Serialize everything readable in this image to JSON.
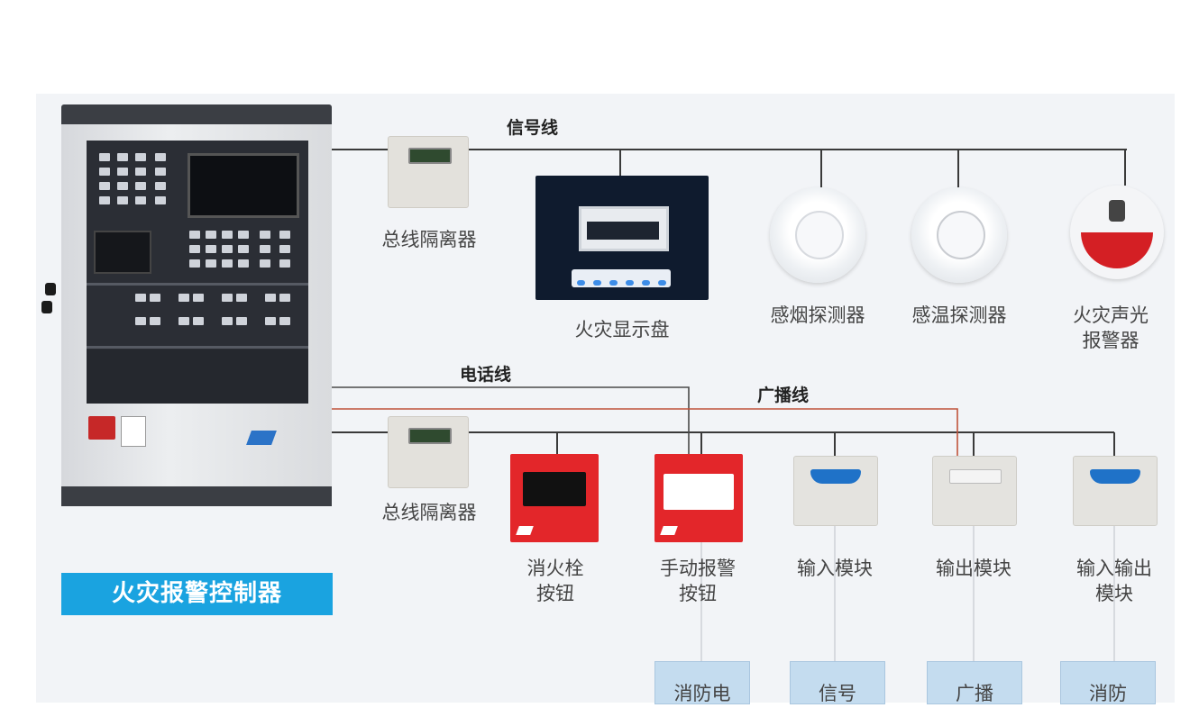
{
  "lines": {
    "signal": "信号线",
    "phone": "电话线",
    "broadcast": "广播线"
  },
  "controller": {
    "label": "火灾报警控制器"
  },
  "devices_top": [
    {
      "label": "总线隔离器"
    },
    {
      "label": "火灾显示盘"
    },
    {
      "label": "感烟探测器"
    },
    {
      "label": "感温探测器"
    },
    {
      "label_l1": "火灾声光",
      "label_l2": "报警器"
    }
  ],
  "devices_bottom": [
    {
      "label": "总线隔离器"
    },
    {
      "label_l1": "消火栓",
      "label_l2": "按钮"
    },
    {
      "label_l1": "手动报警",
      "label_l2": "按钮"
    },
    {
      "label": "输入模块"
    },
    {
      "label": "输出模块"
    },
    {
      "label_l1": "输入输出",
      "label_l2": "模块"
    }
  ],
  "bottom_boxes": [
    "消防电",
    "信号",
    "广播",
    "消防"
  ],
  "colors": {
    "signal_line": "#3a3a3a",
    "phone_line": "#4a4a4a",
    "broadcast_line": "#c0533b",
    "label_bg": "#1aa3e0"
  }
}
